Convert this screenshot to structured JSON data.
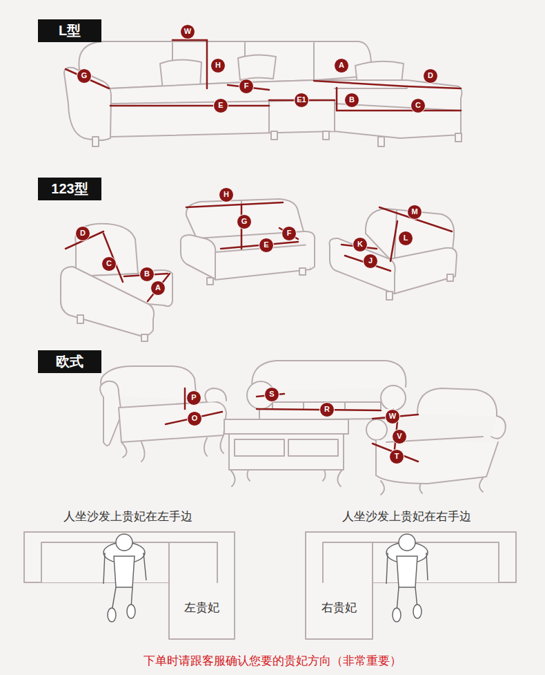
{
  "diagram": {
    "nodes": [
      {
        "text": [
          "L型"
        ]
      },
      {
        "text": [
          "W"
        ]
      },
      {
        "text": [
          "H"
        ]
      },
      {
        "text": [
          "A"
        ]
      },
      {
        "text": [
          "G"
        ]
      },
      {
        "text": [
          "D"
        ]
      },
      {
        "text": [
          "F"
        ]
      },
      {
        "text": [
          "B"
        ]
      },
      {
        "text": [
          "E1"
        ]
      },
      {
        "text": [
          "E"
        ]
      },
      {
        "text": [
          "C"
        ]
      },
      {
        "text": [
          "123型"
        ]
      },
      {
        "text": [
          "H"
        ]
      },
      {
        "text": [
          "M"
        ]
      },
      {
        "text": [
          "G"
        ]
      },
      {
        "text": [
          "D"
        ]
      },
      {
        "text": [
          "F"
        ]
      },
      {
        "text": [
          "L"
        ]
      },
      {
        "text": [
          "K"
        ]
      },
      {
        "text": [
          "E"
        ]
      },
      {
        "text": [
          "J"
        ]
      },
      {
        "text": [
          "C"
        ]
      },
      {
        "text": [
          "B"
        ]
      },
      {
        "text": [
          "A"
        ]
      },
      {
        "text": [
          "欧式"
        ]
      },
      {
        "text": [
          "S"
        ]
      },
      {
        "text": [
          "P"
        ]
      },
      {
        "text": [
          "R"
        ]
      },
      {
        "text": [
          "W"
        ]
      },
      {
        "text": [
          "O"
        ]
      },
      {
        "text": [
          "V"
        ]
      },
      {
        "text": [
          "T"
        ]
      }
    ],
    "labels": [
      "人坐沙发上贵妃在左手边",
      "人坐沙发上贵妃在右手边",
      "左贵妃",
      "右贵妃",
      "下单时请跟客服确认您要的贵妃方向（非常重要）"
    ]
  }
}
